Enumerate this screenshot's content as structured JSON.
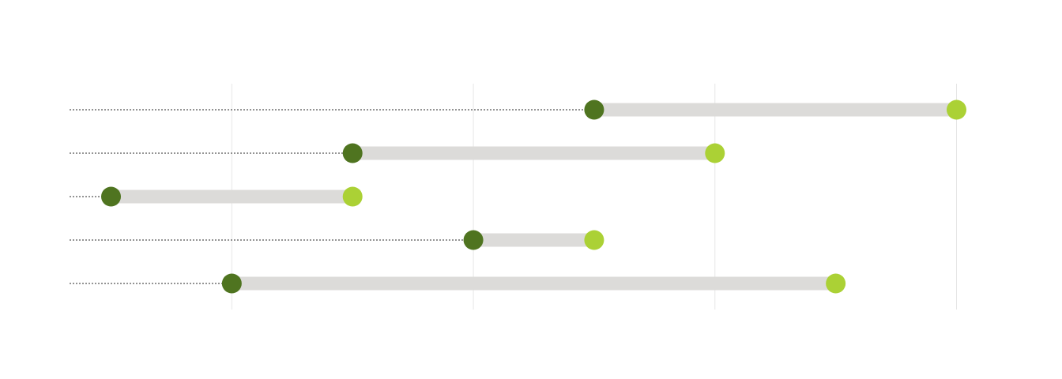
{
  "chart_data": {
    "type": "dumbbell",
    "title": "",
    "xlabel": "",
    "ylabel": "",
    "x_range": [
      0,
      7
    ],
    "grid": true,
    "legend": "none",
    "rows": [
      {
        "start": 4,
        "end": 7
      },
      {
        "start": 2,
        "end": 5
      },
      {
        "start": 0,
        "end": 2
      },
      {
        "start": 3,
        "end": 4
      },
      {
        "start": 1,
        "end": 6
      }
    ]
  },
  "colors": {
    "start_dot": "#4f7420",
    "end_dot": "#abd135",
    "bar": "#dcdbd9",
    "gridline": "#e6e6e6",
    "leader": "#555555"
  }
}
